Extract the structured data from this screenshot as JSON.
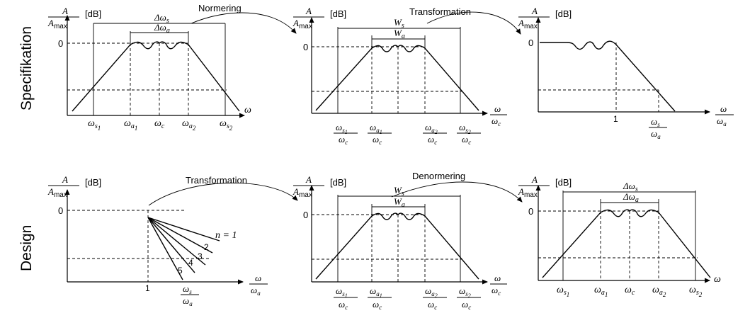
{
  "rows": {
    "spec_label": "Specifikation",
    "design_label": "Design"
  },
  "arrows": {
    "normering": "Normering",
    "transformation_top": "Transformation",
    "transformation_bottom": "Transformation",
    "denormering": "Denormering"
  },
  "y_axis": {
    "numerator": "A",
    "denominator": "A",
    "denominator_sub": "max",
    "unit": "[dB]",
    "zero": "0"
  },
  "x_axis": {
    "omega": "ω",
    "one": "1"
  },
  "bandwidth": {
    "delta_ws": "Δω",
    "delta_ws_sub": "s",
    "delta_wa": "Δω",
    "delta_wa_sub": "a",
    "Ws": "W",
    "Ws_sub": "s",
    "Wa": "W",
    "Wa_sub": "a"
  },
  "freq_labels": {
    "ws1": "ω",
    "ws1_sub": "s",
    "ws1_idx": "1",
    "wa1": "ω",
    "wa1_sub": "a",
    "wa1_idx": "1",
    "wc": "ω",
    "wc_sub": "c",
    "wa2": "ω",
    "wa2_sub": "a",
    "wa2_idx": "2",
    "ws2": "ω",
    "ws2_sub": "s",
    "ws2_idx": "2"
  },
  "order_labels": {
    "n1": "n = 1",
    "n2": "2",
    "n3": "3",
    "n4": "4",
    "n5": "5"
  }
}
